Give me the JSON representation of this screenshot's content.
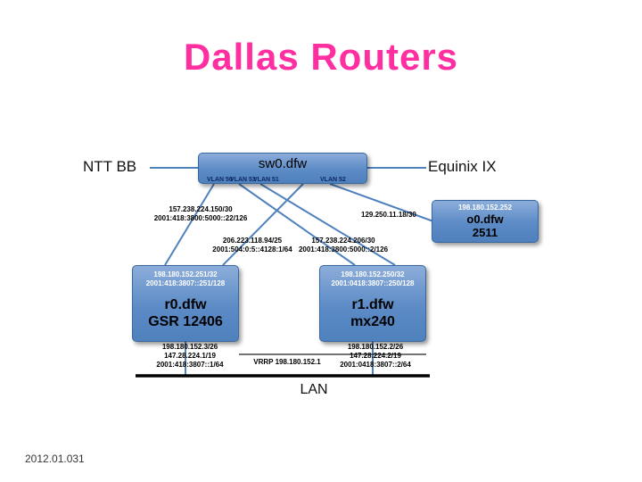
{
  "slide": {
    "title": "Dallas Routers",
    "footer": "2012.01.031"
  },
  "peers": {
    "left": "NTT BB",
    "right": "Equinix IX"
  },
  "switch": {
    "name": "sw0.dfw",
    "vlans": [
      "VLAN 50",
      "VLAN 53",
      "VLAN 51",
      "VLAN 52"
    ]
  },
  "routers": {
    "r0": {
      "addrs": [
        "198.180.152.251/32",
        "2001:418:3807::251/128"
      ],
      "name": "r0.dfw",
      "model": "GSR 12406"
    },
    "r1": {
      "addrs": [
        "198.180.152.250/32",
        "2001:0418:3807::250/128"
      ],
      "name": "r1.dfw",
      "model": "mx240"
    },
    "o0": {
      "addr": "198.180.152.252",
      "name": "o0.dfw",
      "model": "2511"
    }
  },
  "links": {
    "ntt": [
      "157.238.224.150/30",
      "2001:418:3800:5000::22/126"
    ],
    "oob": [
      "129.250.11.18/30"
    ],
    "ix": [
      "206.223.118.94/25",
      "2001:504:0:5::4128:1/64"
    ],
    "r1sw": [
      "157.238.224.206/30",
      "2001:418:3800:5000::2/126"
    ]
  },
  "lan": {
    "label": "LAN",
    "vrrp": "VRRP 198.180.152.1",
    "r0": [
      "198.180.152.3/26",
      "147.28.224.1/19",
      "2001:418:3807::1/64"
    ],
    "r1": [
      "198.180.152.2/26",
      "147.28.224.2/19",
      "2001:0418:3807::2/64"
    ]
  },
  "colors": {
    "title": "#ff2fa2",
    "box_fill": "#4f81bd",
    "box_border": "#38689f",
    "link_line": "#4f81bd"
  }
}
